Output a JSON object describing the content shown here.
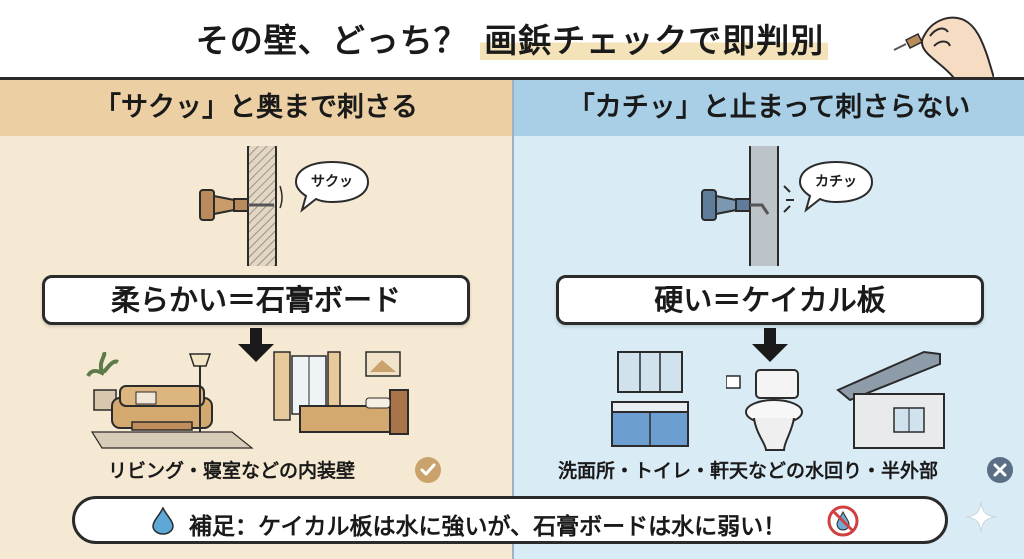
{
  "title": {
    "main": "その壁、どっち？",
    "highlight": "画鋲チェックで即判別"
  },
  "left_panel": {
    "heading": "「サクッ」と奥まで刺さる",
    "sound": "サクッ",
    "label": "柔らかい＝石膏ボード",
    "caption": "リビング・寝室などの内装壁",
    "status_icon": "check-icon",
    "colors": {
      "panel": "#f6e9d3",
      "header": "#ecd0a4",
      "pin": "#b88a5c",
      "status": "#c9a26c"
    }
  },
  "right_panel": {
    "heading": "「カチッ」と止まって刺さらない",
    "sound": "カチッ",
    "label": "硬い＝ケイカル板",
    "caption": "洗面所・トイレ・軒天などの水回り・半外部",
    "status_icon": "cross-icon",
    "colors": {
      "panel": "#d9ebf5",
      "header": "#a8cfe6",
      "pin": "#5f7d9a",
      "status": "#5a6f86"
    }
  },
  "note": {
    "text": "補足：ケイカル板は水に強いが、石膏ボードは水に弱い！",
    "lead_icon": "water-drop-icon",
    "trail_icon": "no-water-icon"
  }
}
